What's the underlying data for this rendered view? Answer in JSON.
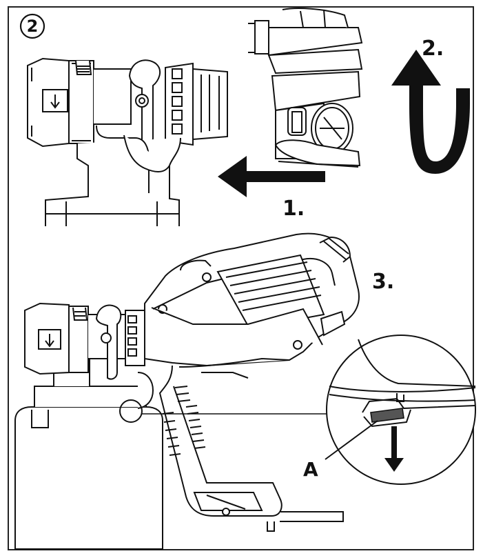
{
  "figure": {
    "step_marker": "2",
    "steps": {
      "step1": "1.",
      "step2": "2.",
      "step3": "3."
    },
    "callout_label": "A"
  },
  "colors": {
    "ink": "#111111",
    "frame": "#222222",
    "background": "#ffffff",
    "lever": "#555555"
  }
}
